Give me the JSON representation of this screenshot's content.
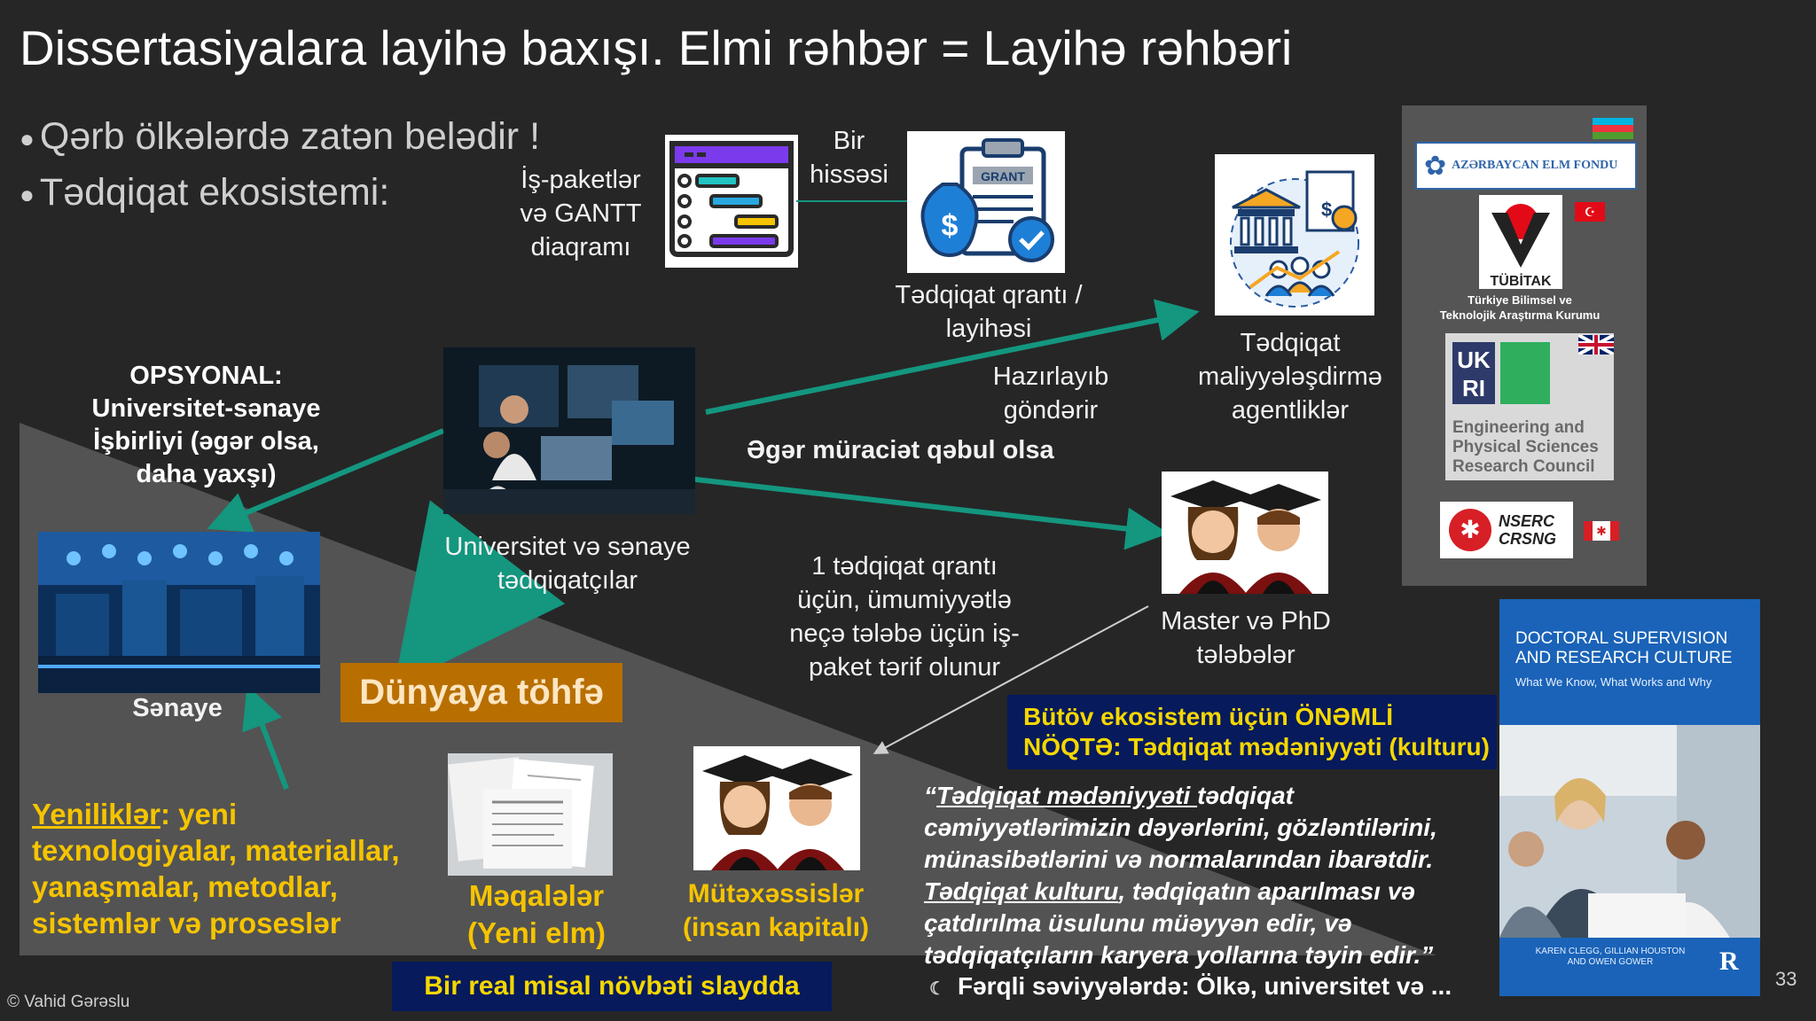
{
  "slide": {
    "title": "Dissertasiyalara layihə baxışı. Elmi rəhbər = Layihə rəhbəri",
    "bullets": [
      "Qərb ölkələrdə zatən belədir !",
      "Tədqiqat ekosistemi:"
    ],
    "page_number": "33",
    "copyright": "© Vahid Gərəslu"
  },
  "labels": {
    "work_packages": [
      "İş-paketlər",
      "və GANTT",
      "diaqramı"
    ],
    "part_of": [
      "Bir",
      "hissəsi"
    ],
    "grant": [
      "Tədqiqat qrantı /",
      "layihəsi"
    ],
    "funding_agencies": [
      "Tədqiqat",
      "maliyyələşdirmə",
      "agentliklər"
    ],
    "prepares": [
      "Hazırlayıb",
      "göndərir"
    ],
    "if_accepted": "Əgər müraciət qəbul olsa",
    "optional": [
      "OPSYONAL:",
      "Universitet-sənaye",
      "İşbirliyi (əgər olsa,",
      "daha yaxşı)"
    ],
    "researchers": [
      "Universitet və sənaye",
      "tədqiqatçılar"
    ],
    "industry": "Sənaye",
    "world_contribution": "Dünyaya töhfə",
    "grant_students": [
      "1 tədqiqat qrantı",
      "üçün, ümumiyyətlə",
      "neçə tələbə üçün iş-",
      "paket tərif olunur"
    ],
    "students": [
      "Master və PhD",
      "tələbələr"
    ],
    "innovations_head": "Yeniliklər",
    "innovations_rest": [
      ": yeni",
      "texnologiyalar, materiallar,",
      "yanaşmalar, metodlar,",
      "sistemlər və proseslər"
    ],
    "articles": [
      "Məqalələr",
      "(Yeni elm)"
    ],
    "experts": [
      "Mütəxəssislər",
      "(insan kapitalı)"
    ],
    "ecosystem_note": [
      "Bütöv ekosistem üçün ÖNƏMLİ",
      "NÖQTƏ: Tədqiqat mədəniyyəti (kulturu)"
    ],
    "quote": {
      "l1a": "“",
      "l1b": "Tədqiqat mədəniyyəti ",
      "l1c": "tədqiqat",
      "l2": "cəmiyyətlərimizin dəyərlərini, gözləntilərini,",
      "l3": "münasibətlərini və normalarından ibarətdir.",
      "l4a": "Tədqiqat kulturu",
      "l4b": ", tədqiqatın aparılması və",
      "l5": "çatdırılma üsulunu müəyyən edir, və",
      "l6": "tədqiqatçıların karyera yollarına təyin edir.”"
    },
    "levels": "Fərqli səviyyələrdə: Ölkə, universitet və ...",
    "next_slide": "Bir real misal növbəti slaydda"
  },
  "agencies": {
    "aef": "AZƏRBAYCAN ELM FONDU",
    "tubitak": "TÜBİTAK",
    "tubitak_sub": [
      "Türkiye Bilimsel ve",
      "Teknolojik Araştırma Kurumu"
    ],
    "ukri": [
      "UK",
      "RI"
    ],
    "epsrc": [
      "Engineering and",
      "Physical Sciences",
      "Research Council"
    ],
    "nserc": [
      "NSERC",
      "CRSNG"
    ]
  },
  "book": {
    "title": [
      "DOCTORAL SUPERVISION",
      "AND RESEARCH CULTURE"
    ],
    "subtitle": "What We Know, What Works and Why",
    "authors": [
      "KAREN CLEGG, GILLIAN HOUSTON",
      "AND OWEN GOWER"
    ],
    "publisher_mark": "R"
  },
  "icons": {
    "grant": "grant-money-bag-icon",
    "gantt": "gantt-chart-icon",
    "funding": "funding-agency-icon",
    "graduates": "graduates-icon"
  },
  "colors": {
    "background": "#262626",
    "wedge": "#535353",
    "arrow_teal": "#14967f",
    "orange_box": "#b86f00",
    "navy_box": "#061a5c",
    "yellow_text": "#f5c400"
  },
  "grant_icon_text": "GRANT"
}
